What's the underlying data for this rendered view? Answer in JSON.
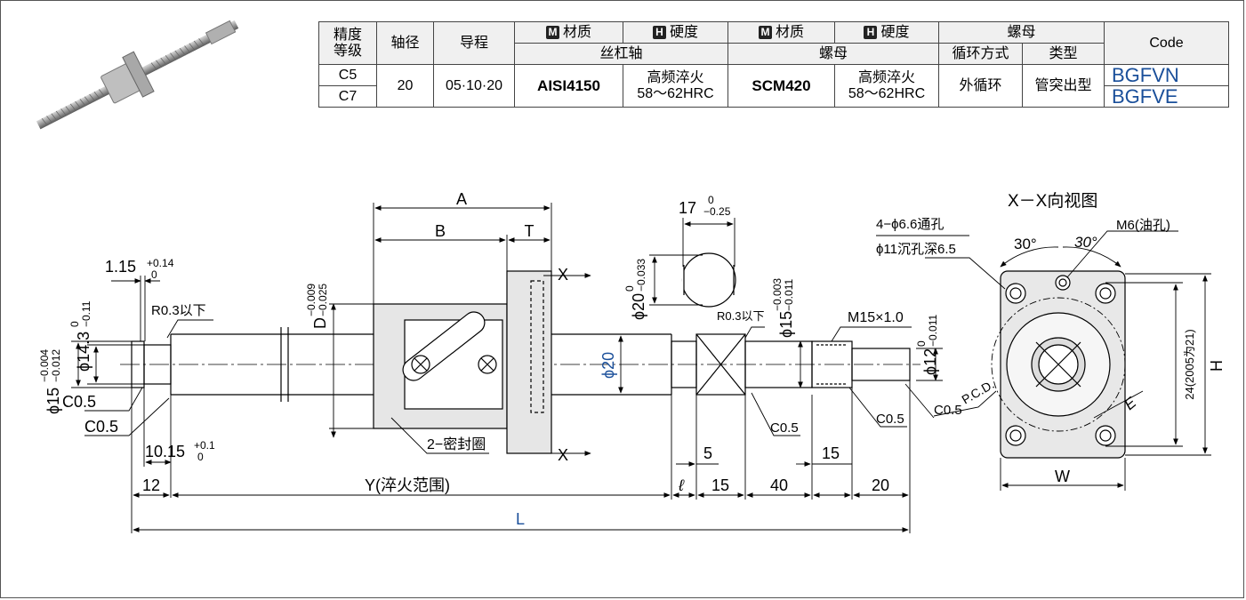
{
  "table": {
    "h_precision_l1": "精度",
    "h_precision_l2": "等级",
    "h_shaft_dia": "轴径",
    "h_lead": "导程",
    "h_material_a": "材质",
    "h_hardness_a": "硬度",
    "h_material_b": "材质",
    "h_hardness_b": "硬度",
    "h_nut": "螺母",
    "h_code": "Code",
    "sub_screw": "丝杠轴",
    "sub_nut": "螺母",
    "sub_circulation": "循环方式",
    "sub_type": "类型",
    "badge_m": "M",
    "badge_h": "H",
    "grade_c5": "C5",
    "grade_c7": "C7",
    "shaft_dia": "20",
    "lead": "05·10·20",
    "screw_material": "AISI4150",
    "screw_hardness_l1": "高频淬火",
    "screw_hardness_l2": "58～62HRC",
    "nut_material": "SCM420",
    "nut_hardness_l1": "高频淬火",
    "nut_hardness_l2": "58～62HRC",
    "circulation": "外循环",
    "nut_type": "管突出型",
    "code_c5": "BGFVN",
    "code_c7": "BGFVE"
  },
  "drawing": {
    "dim_A": "A",
    "dim_B": "B",
    "dim_T": "T",
    "section_X": "X",
    "flange_tol_nom": "17",
    "flange_tol_up": "0",
    "flange_tol_low": "−0.25",
    "phi20_tol_nom": "ϕ20",
    "phi20_tol_up": "0",
    "phi20_tol_low": "−0.033",
    "D_nom": "D",
    "D_tol_up": "−0.009",
    "D_tol_low": "−0.025",
    "groove_w_nom": "1.15",
    "groove_w_up": "+0.14",
    "groove_w_low": "0",
    "r03_left": "R0.3以下",
    "phi143_nom": "ϕ14.3",
    "phi143_up": "0",
    "phi143_low": "−0.11",
    "phi15_left_nom": "ϕ15",
    "phi15_left_up": "−0.004",
    "phi15_left_low": "−0.012",
    "c05_a": "C0.5",
    "c05_b": "C0.5",
    "len_1015_nom": "10.15",
    "len_1015_up": "+0.1",
    "len_1015_low": "0",
    "seal_label": "2−密封圈",
    "phi20_blue": "ϕ20",
    "r03_right": "R0.3以下",
    "phi15_right_nom": "ϕ15",
    "phi15_right_up": "−0.003",
    "phi15_right_low": "−0.011",
    "thread_label": "M15×1.0",
    "phi12_nom": "ϕ12",
    "phi12_up": "0",
    "phi12_low": "−0.011",
    "c05_mid": "C0.5",
    "c05_right": "C0.5",
    "c05_end": "C0.5",
    "len_5": "5",
    "len_15_top": "15",
    "len_12": "12",
    "Y_label": "Y(淬火范围)",
    "ell": "ℓ",
    "len_15": "15",
    "len_40": "40",
    "len_20": "20",
    "L_label": "L",
    "view_title": "X－X向视图",
    "holes_l1": "4−ϕ6.6通孔",
    "holes_l2": "ϕ11沉孔深6.5",
    "oil_hole": "M6(油孔)",
    "angle_left": "30°",
    "angle_right": "30°",
    "vert_24": "24(2005为21)",
    "H_label": "H",
    "W_label": "W",
    "pcd_label": "P.C.D.",
    "E_label": "E"
  },
  "colors": {
    "accent_blue": "#1a4f9a",
    "header_bg": "#f0f0f0"
  }
}
